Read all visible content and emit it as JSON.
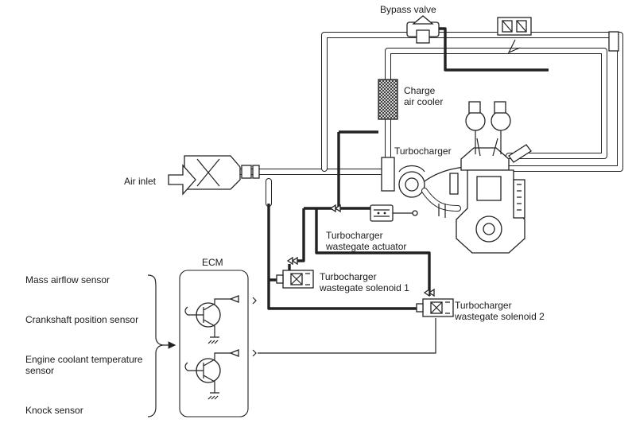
{
  "labels": {
    "bypass_valve": "Bypass valve",
    "charge_air_cooler_line1": "Charge",
    "charge_air_cooler_line2": "air cooler",
    "turbocharger": "Turbocharger",
    "air_inlet": "Air inlet",
    "actuator_line1": "Turbocharger",
    "actuator_line2": "wastegate actuator",
    "solenoid1_line1": "Turbocharger",
    "solenoid1_line2": "wastegate solenoid 1",
    "solenoid2_line1": "Turbocharger",
    "solenoid2_line2": "wastegate solenoid 2",
    "ecm": "ECM"
  },
  "sensors": {
    "mass_airflow": "Mass airflow sensor",
    "crankshaft_position": "Crankshaft position sensor",
    "coolant_temp_line1": "Engine coolant temperature",
    "coolant_temp_line2": "sensor",
    "knock": "Knock sensor"
  }
}
